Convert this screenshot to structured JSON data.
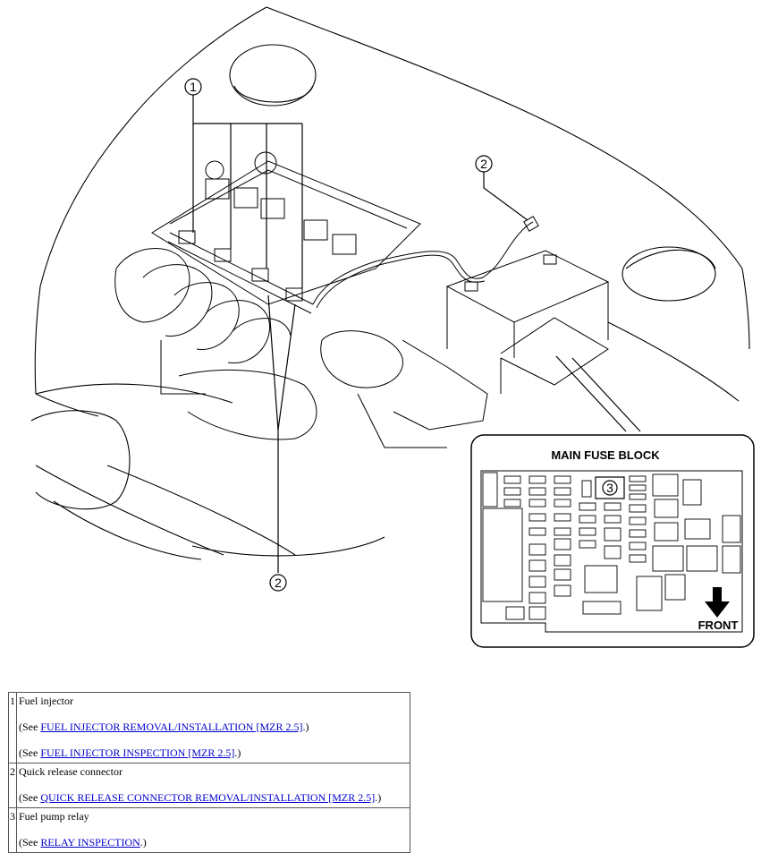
{
  "callouts": {
    "c1": "1",
    "c2_top": "2",
    "c2_bottom": "2",
    "c3": "3"
  },
  "fuse_block": {
    "title": "MAIN FUSE BLOCK",
    "front_label": "FRONT"
  },
  "legend": [
    {
      "num": "1",
      "name": "Fuel injector",
      "refs": [
        {
          "prefix": "(See ",
          "link": "FUEL INJECTOR REMOVAL/INSTALLATION [MZR 2.5]",
          "suffix": ".)"
        },
        {
          "prefix": "(See ",
          "link": "FUEL INJECTOR INSPECTION [MZR 2.5]",
          "suffix": ".)"
        }
      ]
    },
    {
      "num": "2",
      "name": "Quick release connector",
      "refs": [
        {
          "prefix": "(See ",
          "link": "QUICK RELEASE CONNECTOR REMOVAL/INSTALLATION [MZR 2.5]",
          "suffix": ".)"
        }
      ]
    },
    {
      "num": "3",
      "name": "Fuel pump relay",
      "refs": [
        {
          "prefix": "(See ",
          "link": "RELAY INSPECTION",
          "suffix": ".)"
        }
      ]
    }
  ]
}
